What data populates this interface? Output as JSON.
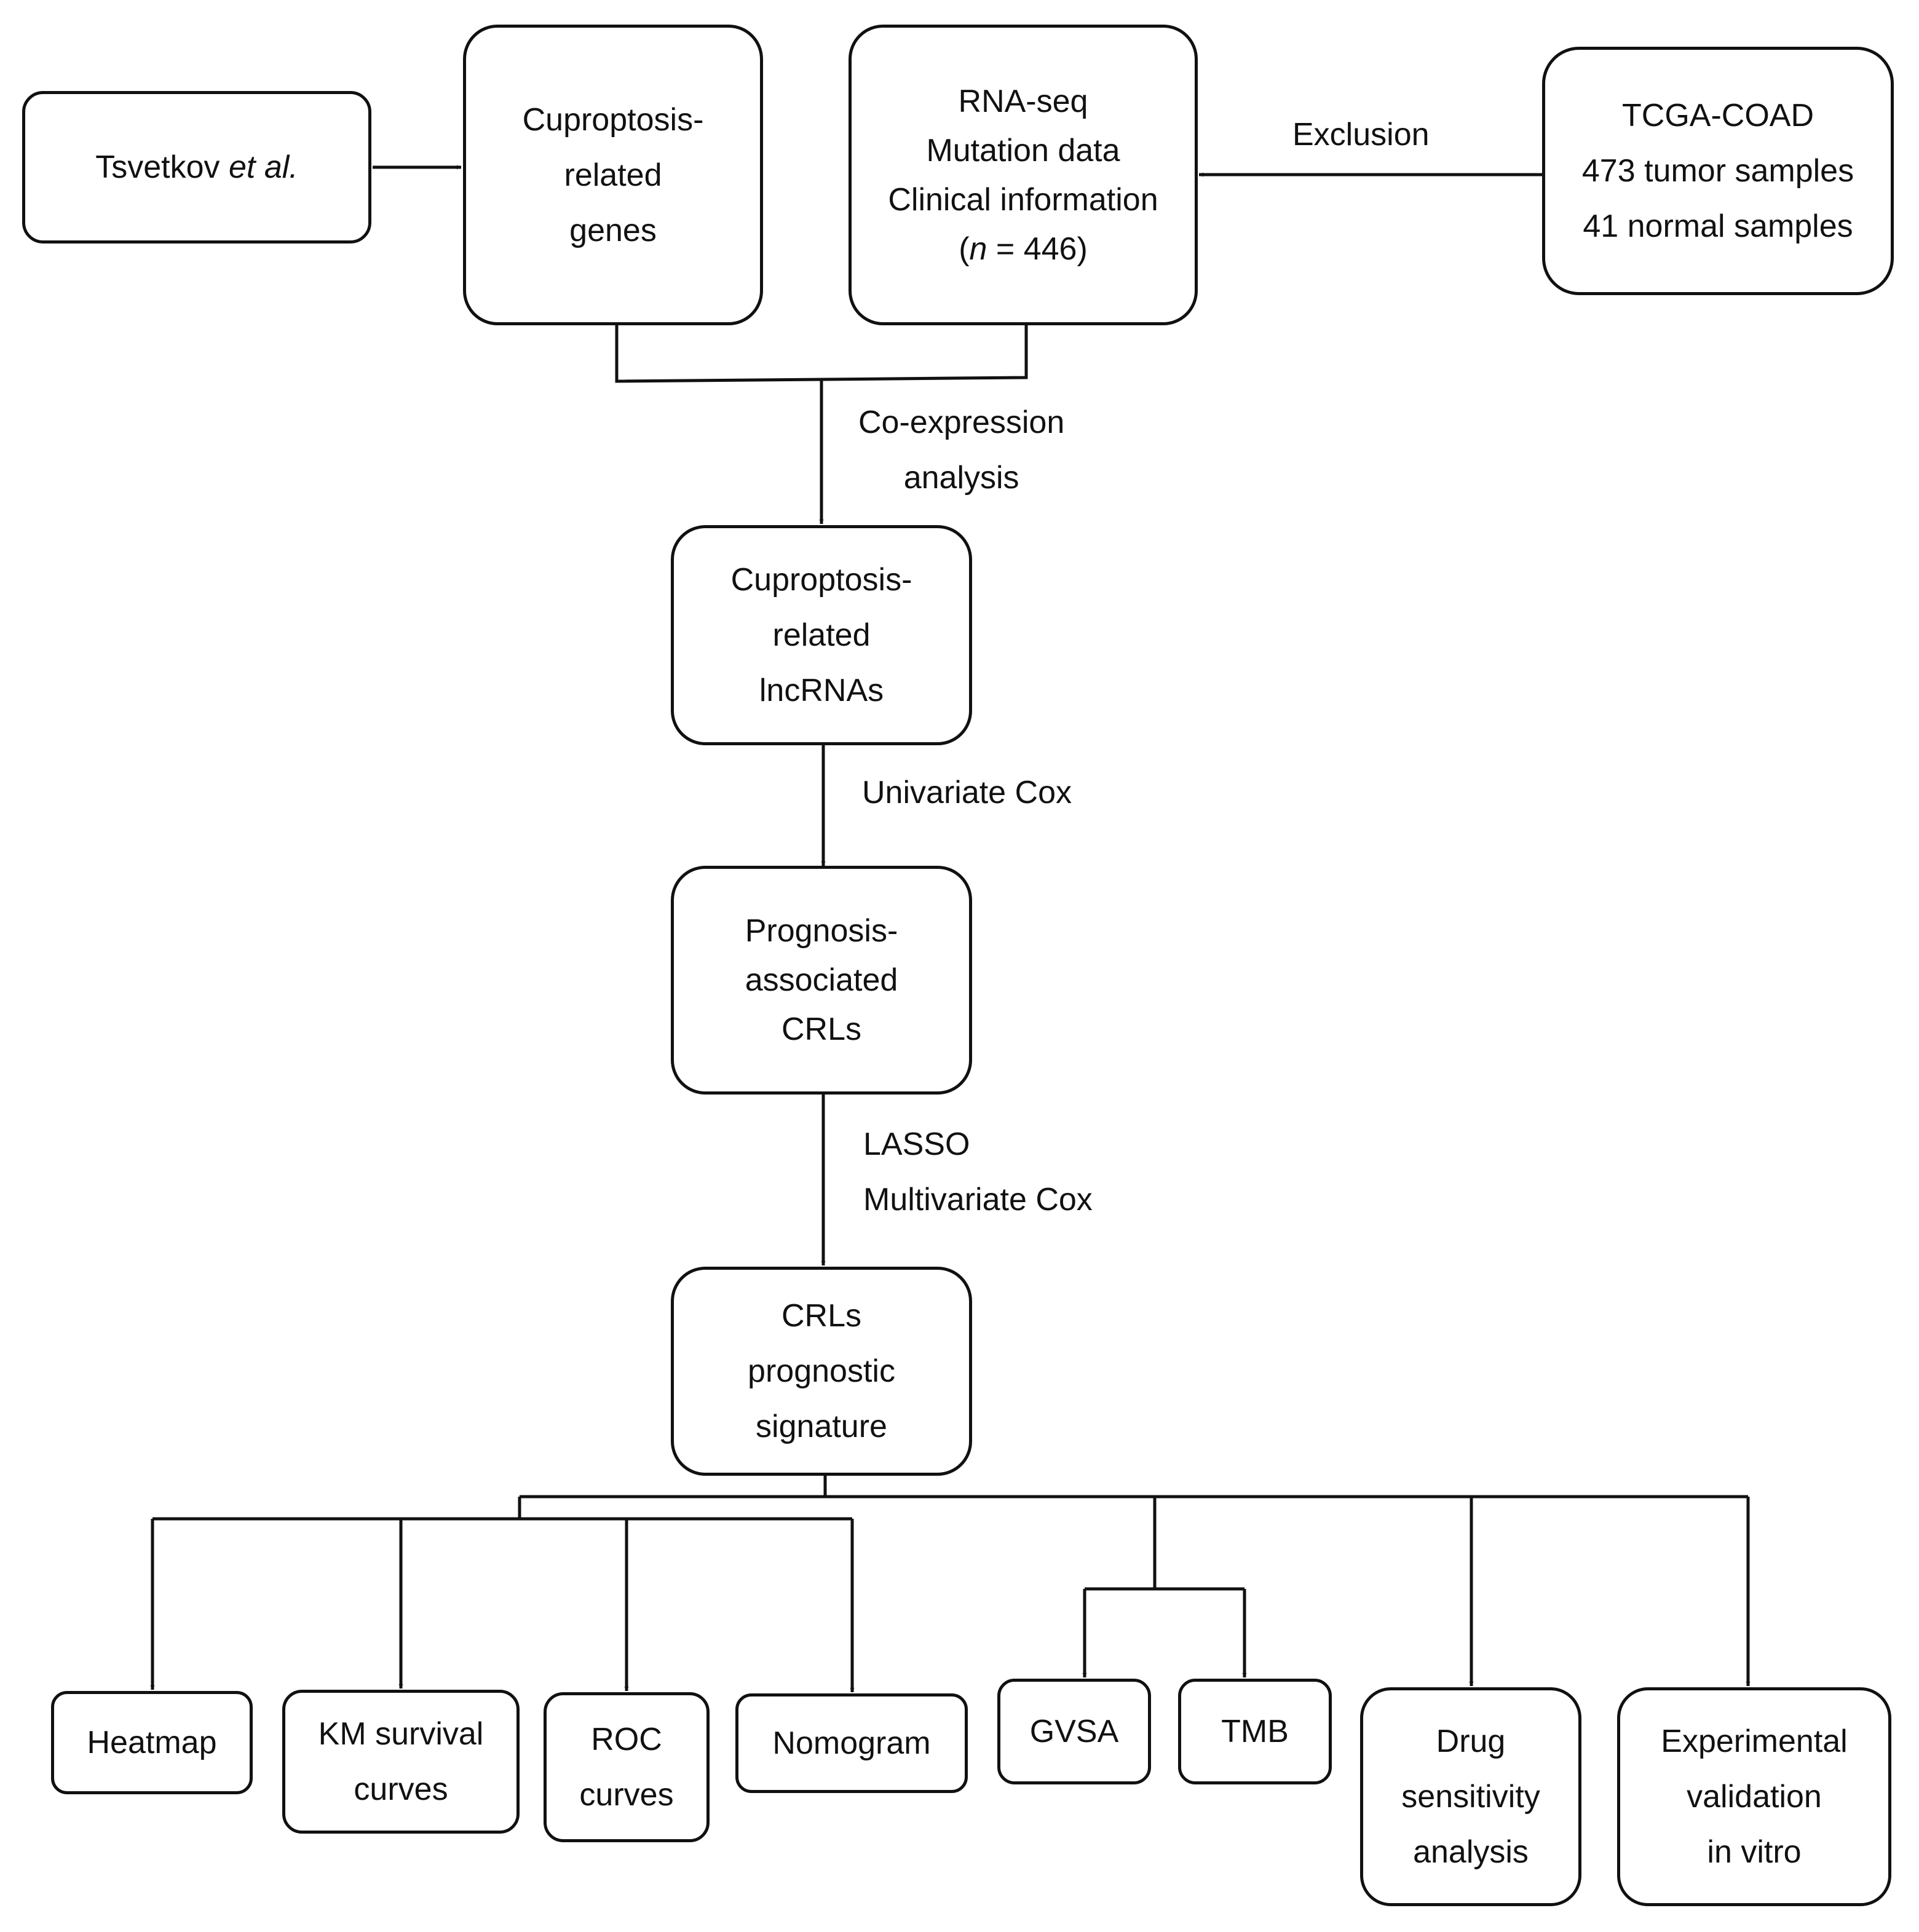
{
  "boxes": {
    "tsvetkov": {
      "text": "Tsvetkov ",
      "italic": "et al."
    },
    "cupro_genes": [
      "Cuproptosis-",
      "related",
      "genes"
    ],
    "rnaseq": {
      "lines": [
        "RNA-seq",
        "Mutation data",
        "Clinical information"
      ],
      "n_open": "(",
      "n_var": "n",
      "n_close": " = 446)"
    },
    "tcga": [
      "TCGA-COAD",
      "473 tumor samples",
      "41 normal samples"
    ],
    "lncrnas": [
      "Cuproptosis-",
      "related",
      "lncRNAs"
    ],
    "prognosis": [
      "Prognosis-",
      "associated",
      "CRLs"
    ],
    "signature": [
      "CRLs",
      "prognostic",
      "signature"
    ],
    "heatmap": "Heatmap",
    "km": [
      "KM survival",
      "curves"
    ],
    "roc": [
      "ROC",
      "curves"
    ],
    "nomogram": "Nomogram",
    "gvsa": "GVSA",
    "tmb": "TMB",
    "drug": [
      "Drug",
      "sensitivity",
      "analysis"
    ],
    "experimental": [
      "Experimental",
      "validation",
      "in vitro"
    ]
  },
  "edge_labels": {
    "exclusion": "Exclusion",
    "coexpression": [
      "Co-expression",
      "analysis"
    ],
    "univariate": "Univariate Cox",
    "lasso": [
      "LASSO",
      "Multivariate Cox"
    ]
  },
  "colors": {
    "stroke": "#111111",
    "background": "#ffffff"
  }
}
